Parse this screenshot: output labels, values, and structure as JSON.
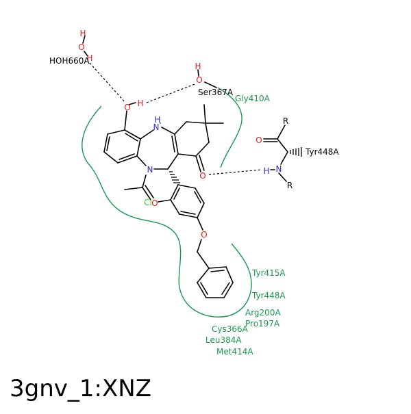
{
  "title": "3gnv_1:XNZ",
  "colors": {
    "oxygen": "#e41a1c",
    "nitrogen": "#2b2bd0",
    "chlorine": "#33cc33",
    "residue": "#1a9850",
    "bond": "#000000"
  },
  "atom_labels": {
    "water_h_top": "H",
    "water_o": "O",
    "water_h_low": "H",
    "water_name": "HOH660A",
    "ser_h": "H",
    "ser_o": "O",
    "ser_name": "Ser367A",
    "phenol_o": "O",
    "phenol_h": "H",
    "ring_nh_n": "N",
    "ring_nh_h": "H",
    "ring_n": "N",
    "ketone_o": "O",
    "amide_o": "O",
    "amide_cl": "Cl",
    "ether_o": "O",
    "tyr_r_top": "R",
    "tyr_o": "O",
    "tyr_name": "Tyr448A",
    "tyr_h": "H",
    "tyr_n": "N",
    "tyr_r_bottom": "R"
  },
  "residues": {
    "gly410": "Gly410A",
    "tyr415": "Tyr415A",
    "tyr448": "Tyr448A",
    "arg200": "Arg200A",
    "pro197": "Pro197A",
    "cys366": "Cys366A",
    "leu384": "Leu384A",
    "met414": "Met414A"
  }
}
